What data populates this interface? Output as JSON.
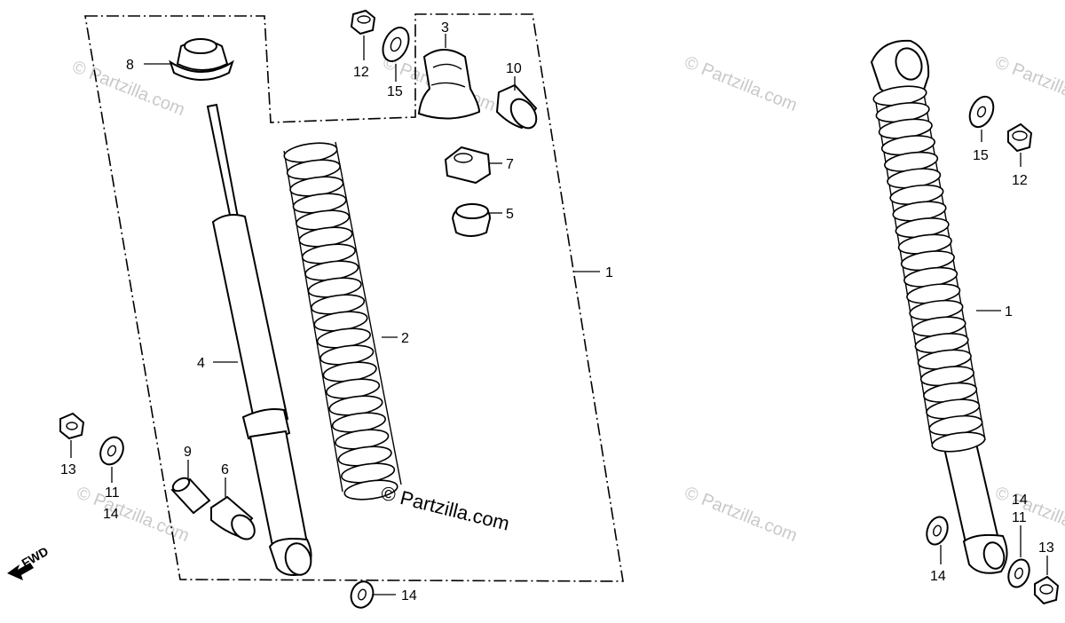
{
  "watermark": {
    "faint": "© Partzilla.com",
    "main": "© Partzilla.com"
  },
  "direction": {
    "label": "FWD",
    "icon": "arrow-left-down-icon"
  },
  "labels": {
    "l1": "1",
    "l2": "2",
    "l3": "3",
    "l4": "4",
    "l5": "5",
    "l6": "6",
    "l7": "7",
    "l8": "8",
    "l9": "9",
    "l10": "10",
    "l11": "11",
    "l12": "12",
    "l13": "13",
    "l14": "14",
    "l15": "15",
    "r1": "1",
    "r11": "11",
    "r12": "12",
    "r13": "13",
    "r14a": "14",
    "r14b": "14",
    "r15": "15"
  }
}
